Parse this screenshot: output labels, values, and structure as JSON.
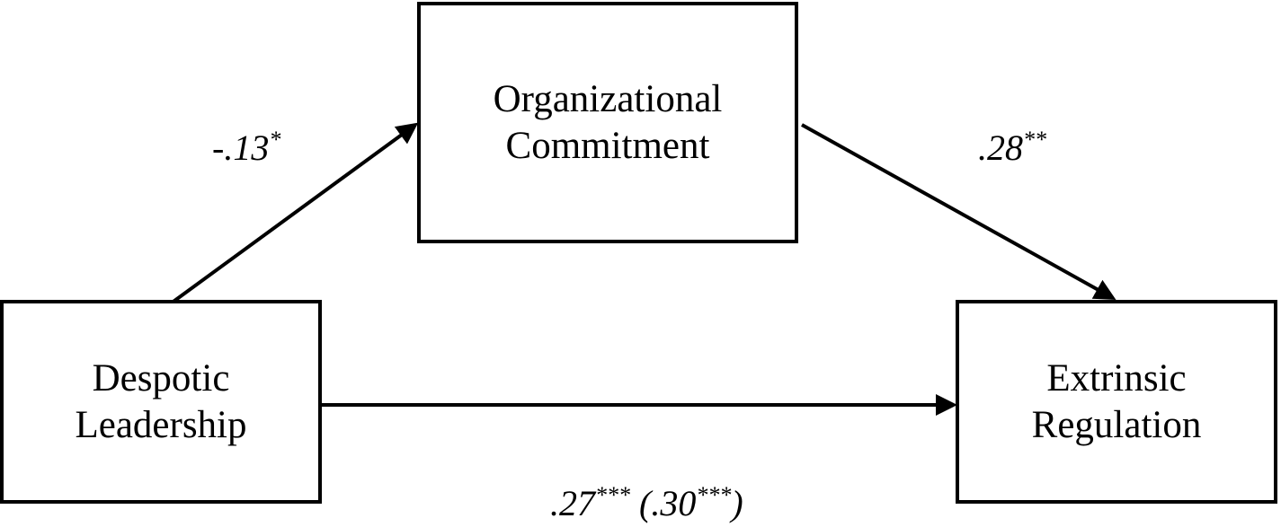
{
  "nodes": {
    "mediator": {
      "line1": "Organizational",
      "line2": "Commitment"
    },
    "predictor": {
      "line1": "Despotic",
      "line2": "Leadership"
    },
    "outcome": {
      "line1": "Extrinsic",
      "line2": "Regulation"
    }
  },
  "paths": {
    "a": {
      "value": "-.13",
      "sig": "*"
    },
    "b": {
      "value": ".28",
      "sig": "**"
    },
    "c": {
      "value": ".27",
      "sig": "***",
      "total_open": " (.30",
      "total_sig": "***",
      "total_close": ")"
    }
  }
}
